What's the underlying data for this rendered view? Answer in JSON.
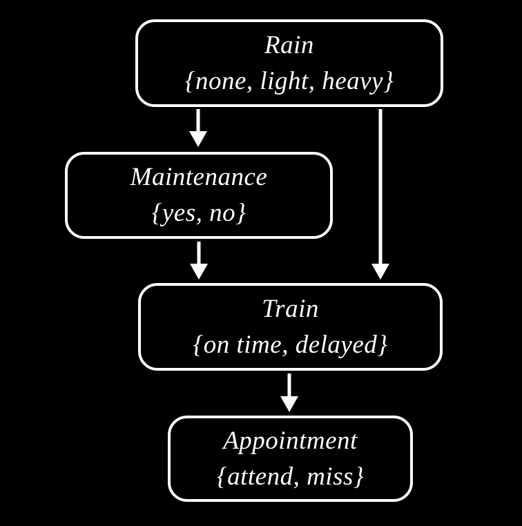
{
  "diagram": {
    "type": "bayesian-network",
    "background_color": "#000000",
    "node_border_color": "#ffffff",
    "node_fill_color": "#000000",
    "text_color": "#ffffff",
    "arrow_color": "#ffffff",
    "nodes": [
      {
        "id": "rain",
        "label": "Rain",
        "domain": "{none, light, heavy}"
      },
      {
        "id": "maintenance",
        "label": "Maintenance",
        "domain": "{yes, no}"
      },
      {
        "id": "train",
        "label": "Train",
        "domain": "{on time, delayed}"
      },
      {
        "id": "appointment",
        "label": "Appointment",
        "domain": "{attend, miss}"
      }
    ],
    "edges": [
      {
        "from": "rain",
        "to": "maintenance"
      },
      {
        "from": "rain",
        "to": "train"
      },
      {
        "from": "maintenance",
        "to": "train"
      },
      {
        "from": "train",
        "to": "appointment"
      }
    ]
  }
}
